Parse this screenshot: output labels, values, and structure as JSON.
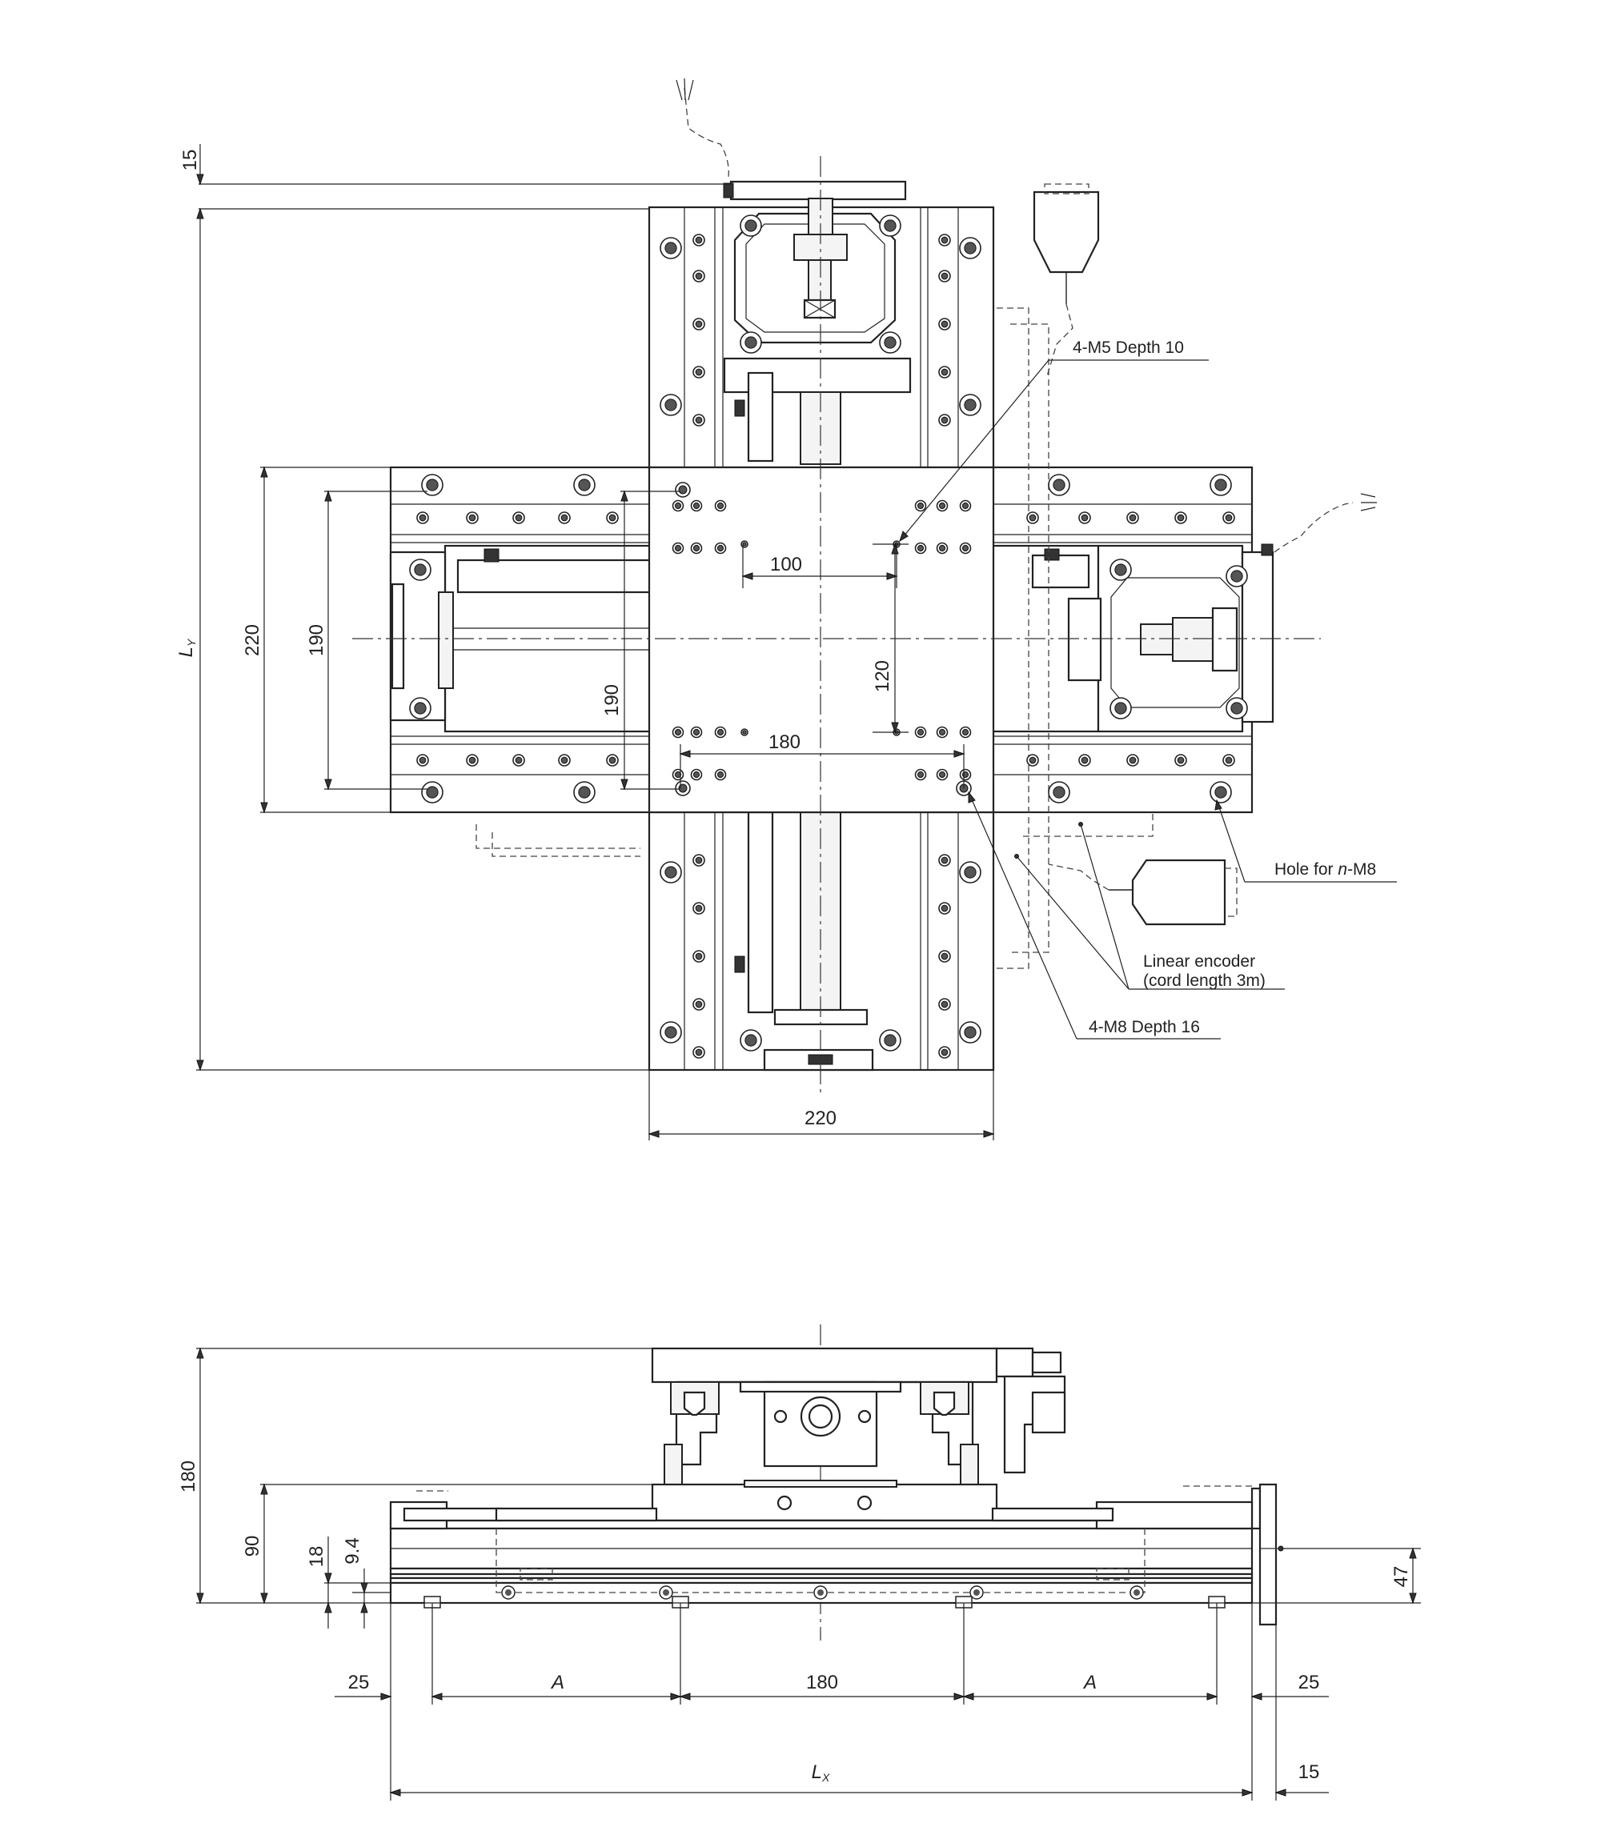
{
  "top_view": {
    "dim_top_offset": "15",
    "dim_ly": "L",
    "dim_ly_sub": "Y",
    "dim_220_vertical": "220",
    "dim_190_left": "190",
    "dim_190_inner": "190",
    "dim_100": "100",
    "dim_120": "120",
    "dim_180": "180",
    "dim_220_bottom": "220",
    "callout_m5": "4-M5 Depth 10",
    "callout_hole_prefix": "Hole for ",
    "callout_hole_n": "n",
    "callout_hole_suffix": "-M8",
    "callout_encoder_line1": "Linear encoder",
    "callout_encoder_line2": "(cord length 3m)",
    "callout_m8": "4-M8 Depth 16"
  },
  "front_view": {
    "dim_180_height": "180",
    "dim_90": "90",
    "dim_18": "18",
    "dim_9_4": "9.4",
    "dim_47": "47",
    "dim_25_left": "25",
    "dim_a_left": "A",
    "dim_180_center": "180",
    "dim_a_right": "A",
    "dim_25_right": "25",
    "dim_lx": "L",
    "dim_lx_sub": "X",
    "dim_15_right": "15"
  },
  "colors": {
    "line": "#222222",
    "background": "#ffffff"
  }
}
